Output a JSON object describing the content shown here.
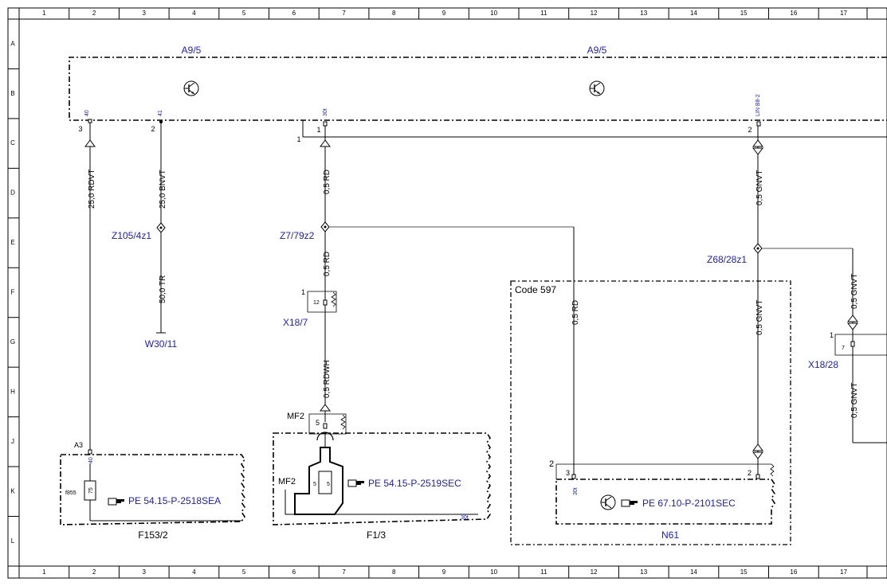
{
  "frame": {
    "columns": [
      "1",
      "2",
      "3",
      "4",
      "5",
      "6",
      "7",
      "8",
      "9",
      "10",
      "11",
      "12",
      "13",
      "14",
      "15",
      "16",
      "17"
    ],
    "rows": [
      "A",
      "B",
      "C",
      "D",
      "E",
      "F",
      "G",
      "H",
      "J",
      "K",
      "L"
    ]
  },
  "modules": {
    "a95_left": "A9/5",
    "a95_right": "A9/5",
    "code_box": "Code 597"
  },
  "pins": {
    "p40": "40",
    "p41": "41",
    "p30t": "30t",
    "plin": "LIN B8-2",
    "n3": "3",
    "n2a": "2",
    "n1a": "1",
    "n1b": "1",
    "n2b": "2",
    "x187_1": "1",
    "x187_12": "12",
    "x1828_1": "1",
    "x1828_7": "7",
    "mf2_5": "5",
    "a3_40": "40",
    "n61_3": "3",
    "n61_30t": "30t",
    "n61_2": "2",
    "n61_2b": "2",
    "f13_30t": "30t",
    "fuse_5": "5",
    "fuse_75": "75"
  },
  "wires": {
    "w1": "25,0 RDVT",
    "w2": "25,0 BNVT",
    "w3": "50,0 TR",
    "w4": "0,5 RD",
    "w5": "0,5 RD",
    "w6": "0,5 RDWH",
    "w7": "0,5 GNVT",
    "w8": "0,5 GNVT",
    "w9": "0,5 RD",
    "w10": "0,5 GNVT",
    "w11": "0,5 GNVT"
  },
  "components": {
    "z105": "Z105/4z1",
    "w3011": "W30/11",
    "z779": "Z7/79z2",
    "x187": "X18/7",
    "z6828": "Z68/28z1",
    "x1828": "X18/28",
    "mf2_top": "MF2",
    "mf2_inner": "MF2",
    "a3": "A3",
    "f855": "f855",
    "f1532": "F153/2",
    "f13": "F1/3",
    "n61": "N61"
  },
  "refs": {
    "r1": "PE 54.15-P-2518SEA",
    "r2": "PE 54.15-P-2519SEC",
    "r3": "PE 67.10-P-2101SEC"
  },
  "icons": [
    "transistor-icon",
    "pointing-hand-icon",
    "fuse-icon",
    "ground-icon",
    "resistor-icon"
  ]
}
